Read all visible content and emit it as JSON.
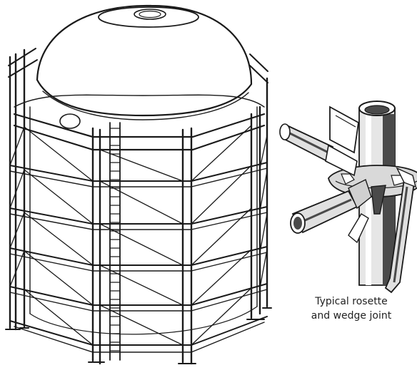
{
  "caption": {
    "line1": "Typical rosette",
    "line2": "and wedge joint"
  },
  "colors": {
    "ink": "#1a1a1a",
    "background": "#ffffff",
    "metal_light": "#e6e6e6",
    "metal_dark": "#4a4a4a"
  },
  "illustrations": [
    "scaffolded-domed-tank",
    "rosette-wedge-joint-detail"
  ]
}
